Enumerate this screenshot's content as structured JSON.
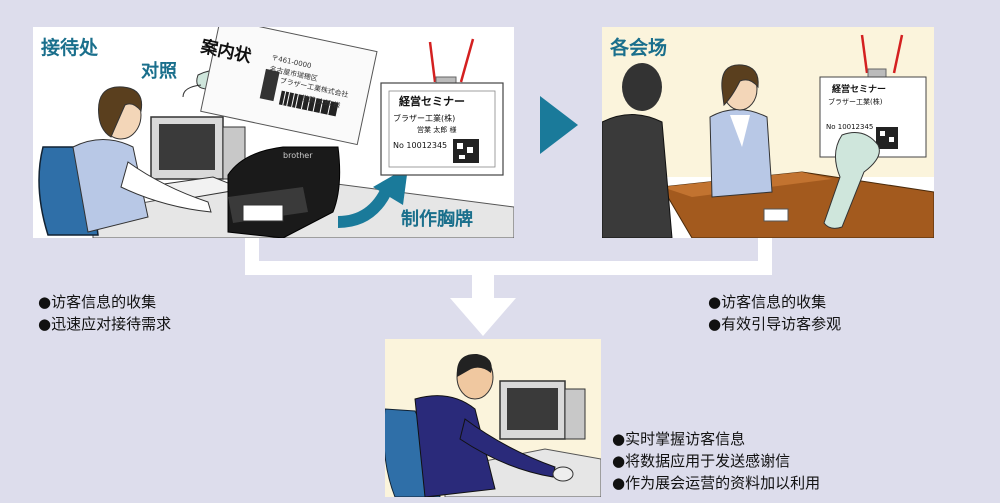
{
  "reception": {
    "title": "接待处",
    "compare_label": "对照",
    "invitation_label": "案内状",
    "badge_label": "制作胸牌"
  },
  "venue": {
    "title": "各会场"
  },
  "badge": {
    "heading": "経営セミナー",
    "company": "ブラザー工業(株)",
    "dept": "営業 太郎 様",
    "number": "No 10012345"
  },
  "venue_badge": {
    "number": "No 10012345"
  },
  "invitation_card": {
    "line1": "〒461-0000",
    "line2": "名古屋市瑞穂区",
    "line3": "ブラザー工業株式会社",
    "line4": "営業 太郎 様"
  },
  "printer_brand": "brother",
  "left_bullets": [
    "●访客信息的收集",
    "●迅速应对接待需求"
  ],
  "right_bullets": [
    "●访客信息的收集",
    "●有效引导访客参观"
  ],
  "bottom_bullets": [
    "●实时掌握访客信息",
    "●将数据应用于发送感谢信",
    "●作为展会运营的资料加以利用"
  ],
  "colors": {
    "accent": "#1a7a9a",
    "background": "#ddddec",
    "arrow": "#1a7a9a"
  }
}
